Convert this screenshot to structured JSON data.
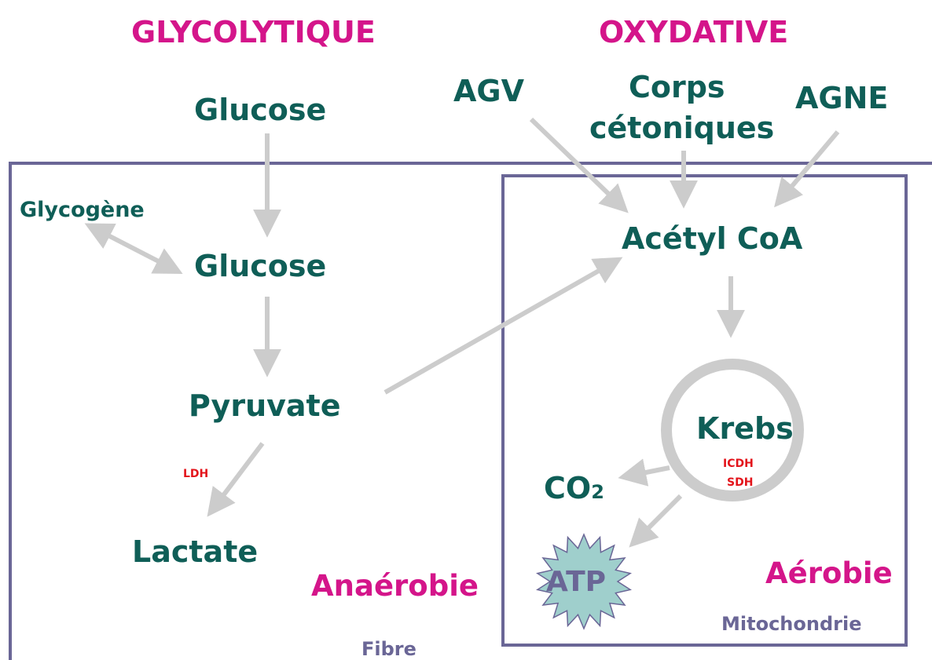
{
  "headers": {
    "glycolytic": "GLYCOLYTIQUE",
    "oxidative": "OXYDATIVE"
  },
  "substrates": {
    "glucose_ext": "Glucose",
    "agv": "AGV",
    "ketone_line1": "Corps",
    "ketone_line2": "cétoniques",
    "agne": "AGNE"
  },
  "fiber": {
    "glycogen": "Glycogène",
    "glucose_int": "Glucose",
    "pyruvate": "Pyruvate",
    "ldh": "LDH",
    "lactate": "Lactate",
    "anaerobic": "Anaérobie",
    "label": "Fibre"
  },
  "mitochondrion": {
    "acetyl_coa": "Acétyl CoA",
    "krebs": "Krebs",
    "icdh": "ICDH",
    "sdh": "SDH",
    "co2": "CO",
    "co2_sub": "2",
    "atp": "ATP",
    "aerobic": "Aérobie",
    "label": "Mitochondrie"
  },
  "colors": {
    "header": "#d4158a",
    "metabolite": "#0f5e57",
    "enzyme": "#e3141b",
    "compartment": "#6a6696",
    "arrow": "#cccccc",
    "atp_fill": "#9fcfcc"
  }
}
